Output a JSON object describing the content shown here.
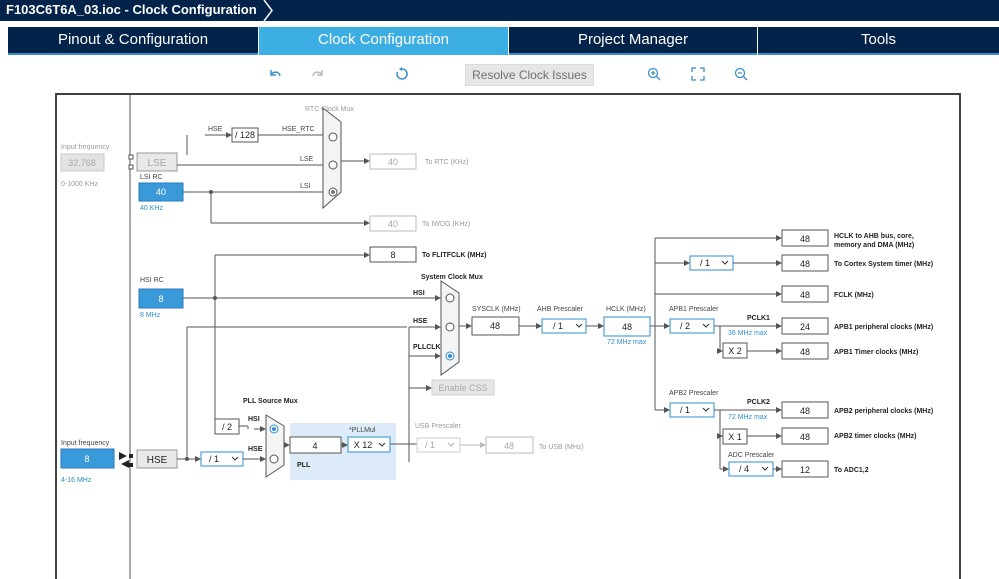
{
  "window_title": "F103C6T6A_03.ioc - Clock Configuration",
  "tabs": [
    "Pinout & Configuration",
    "Clock Configuration",
    "Project Manager",
    "Tools"
  ],
  "toolbar": {
    "resolve_label": "Resolve Clock Issues"
  },
  "rtc": {
    "mux_label": "RTC Clock Mux",
    "hse_label": "HSE",
    "div128": "/ 128",
    "hse_rtc": "HSE_RTC",
    "lse_in": "LSE",
    "lsi_in": "LSI",
    "out_value": "40",
    "out_label": "To RTC (KHz)"
  },
  "lse_input": {
    "label": "Input frequency",
    "value": "32.768",
    "range": "0-1000 KHz",
    "name": "LSE"
  },
  "lsi": {
    "label": "LSI RC",
    "value": "40",
    "unit": "40 KHz"
  },
  "iwdg": {
    "value": "40",
    "label": "To IWDG (KHz)"
  },
  "flitf": {
    "value": "8",
    "label": "To FLITFCLK (MHz)"
  },
  "hsi": {
    "label": "HSI RC",
    "value": "8",
    "unit": "8 MHz"
  },
  "sysmux": {
    "label": "System Clock Mux",
    "hsi": "HSI",
    "hse": "HSE",
    "pllclk": "PLLCLK",
    "enable_css": "Enable CSS"
  },
  "sysclk": {
    "label": "SYSCLK (MHz)",
    "value": "48"
  },
  "ahb": {
    "label": "AHB Prescaler",
    "value": "/ 1"
  },
  "hclk": {
    "label": "HCLK (MHz)",
    "value": "48",
    "max": "72 MHz max"
  },
  "apb1": {
    "label": "APB1 Prescaler",
    "value": "/ 2",
    "pclk": "PCLK1",
    "max": "36 MHz max",
    "x2": "X 2"
  },
  "apb2": {
    "label": "APB2 Prescaler",
    "value": "/ 1",
    "pclk": "PCLK2",
    "max": "72 MHz max",
    "x1": "X 1"
  },
  "adc": {
    "label": "ADC Prescaler",
    "value": "/ 4",
    "out": "12",
    "out_label": "To ADC1,2"
  },
  "cortex_div": "/ 1",
  "outputs": [
    {
      "value": "48",
      "label": "HCLK to AHB bus, core,",
      "label2": "memory and DMA (MHz)"
    },
    {
      "value": "48",
      "label": "To Cortex System timer (MHz)"
    },
    {
      "value": "48",
      "label": "FCLK (MHz)"
    },
    {
      "value": "24",
      "label": "APB1 peripheral clocks (MHz)"
    },
    {
      "value": "48",
      "label": "APB1 Timer clocks (MHz)"
    },
    {
      "value": "48",
      "label": "APB2 peripheral clocks (MHz)"
    },
    {
      "value": "48",
      "label": "APB2 timer clocks (MHz)"
    }
  ],
  "pll": {
    "mux_label": "PLL Source Mux",
    "hsi": "HSI",
    "hse": "HSE",
    "hsi_div": "/ 2",
    "pll_in": "4",
    "mul_label": "*PLLMul",
    "mul_value": "X 12",
    "pll_label": "PLL"
  },
  "usb": {
    "label": "USB Prescaler",
    "value": "/ 1",
    "out": "48",
    "out_label": "To USB (MHz)"
  },
  "hse_input": {
    "label": "Input frequency",
    "value": "8",
    "range": "4-16 MHz",
    "name": "HSE",
    "div": "/ 1"
  },
  "colors": {
    "nav": "#03234b",
    "accent": "#3caee4",
    "blue_box": "#3a9ad9"
  }
}
